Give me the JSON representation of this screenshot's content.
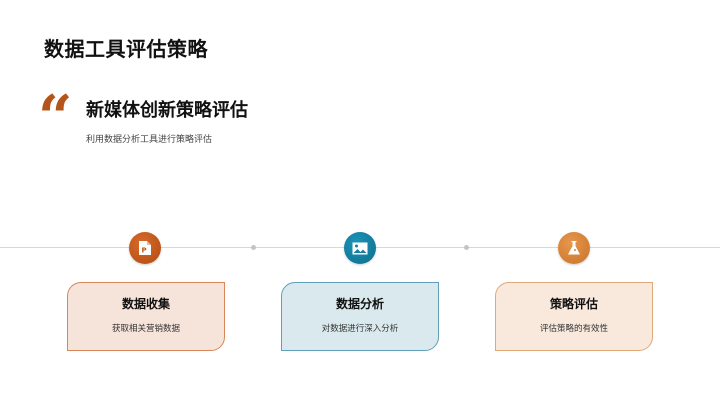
{
  "page": {
    "title": "数据工具评估策略",
    "quote_mark": "“",
    "subtitle": "新媒体创新策略评估",
    "description": "利用数据分析工具进行策略评估"
  },
  "steps": [
    {
      "title": "数据收集",
      "desc": "获取相关营销数据",
      "icon": "powerpoint-file-icon",
      "color": "#c0561a",
      "card_bg": "#f6e3da",
      "card_border": "#d9875a"
    },
    {
      "title": "数据分析",
      "desc": "对数据进行深入分析",
      "icon": "image-icon",
      "color": "#157fa0",
      "card_bg": "#d9e9ee",
      "card_border": "#5f9fb8"
    },
    {
      "title": "策略评估",
      "desc": "评估策略的有效性",
      "icon": "flask-icon",
      "color": "#dc8638",
      "card_bg": "#f9e9dd",
      "card_border": "#e0a878"
    }
  ]
}
